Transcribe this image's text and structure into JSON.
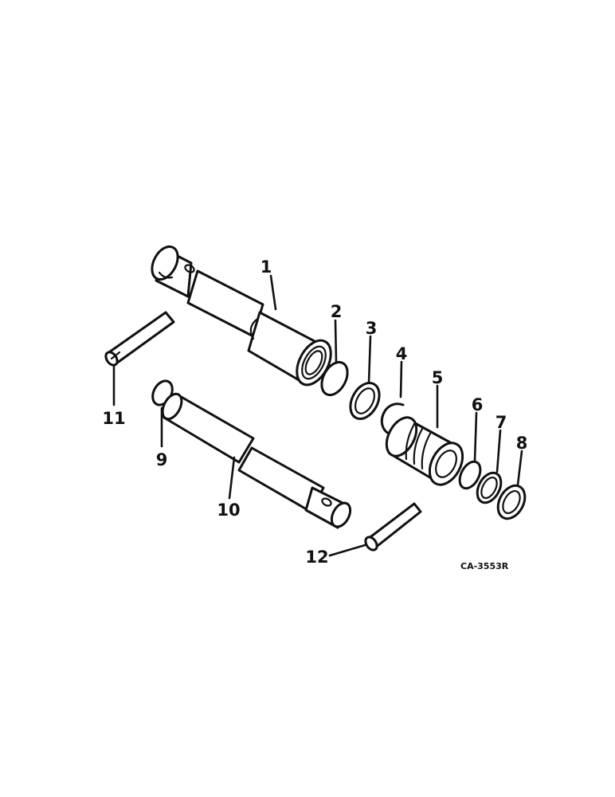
{
  "callouts": [
    "1",
    "2",
    "3",
    "4",
    "5",
    "6",
    "7",
    "8",
    "9",
    "10",
    "11",
    "12"
  ],
  "drawing_code": "CA-3553R",
  "colors": {
    "ink": "#111111",
    "paper": "#ffffff"
  }
}
